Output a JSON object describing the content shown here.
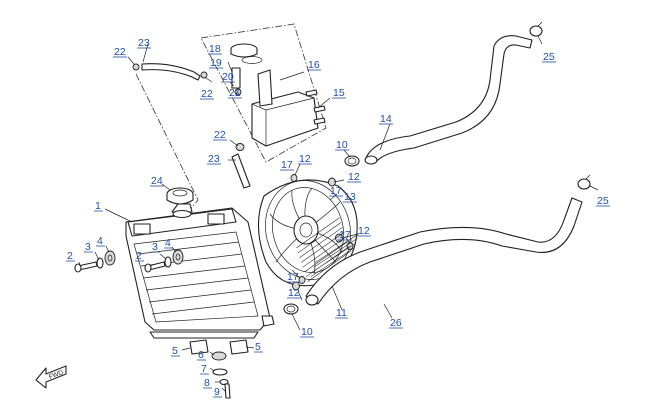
{
  "diagram": {
    "callouts": [
      "1",
      "2",
      "3",
      "4",
      "5",
      "6",
      "7",
      "8",
      "9",
      "10",
      "11",
      "12",
      "13",
      "14",
      "15",
      "16",
      "17",
      "18",
      "19",
      "20",
      "21",
      "22",
      "23",
      "24",
      "25",
      "26"
    ],
    "direction_arrow": {
      "text": "FWD"
    },
    "colors": {
      "label": "#1f4fa8",
      "line": "#222222",
      "background": "#ffffff"
    }
  }
}
